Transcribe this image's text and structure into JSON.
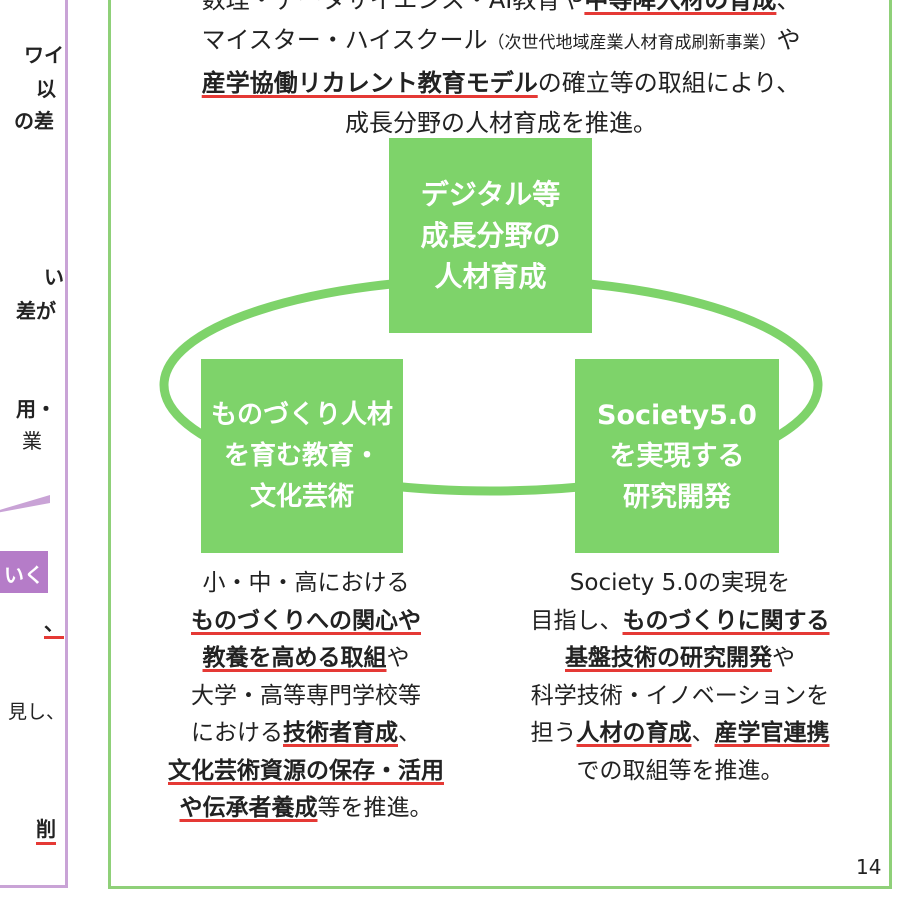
{
  "left_panel": {
    "fragments": [
      "ワイ",
      "以",
      "の差",
      "い",
      "差が",
      "用・",
      "業"
    ],
    "tab_label": "いく",
    "lower_fragments": [
      "、",
      "見し、",
      "削"
    ]
  },
  "intro": {
    "line1_lead": "数理・データサイエンス・AI教育や",
    "line1_hl": "中等降入材の育成",
    "line1_tail": "、",
    "line2_lead": "マイスター・ハイスクール",
    "line2_small": "（次世代地域産業人材育成刷新事業）",
    "line2_tail": "や",
    "line3_hl": "産学協働リカレント教育モデル",
    "line3_tail": "の確立等の取組により、",
    "line4": "成長分野の人材育成を推進。"
  },
  "boxes": {
    "top": [
      "デジタル等",
      "成長分野の",
      "人材育成"
    ],
    "left": [
      "ものづくり人材",
      "を育む教育・",
      "文化芸術"
    ],
    "right": [
      "Society5.0",
      "を実現する",
      "研究開発"
    ]
  },
  "left_col": {
    "l1": "小・中・高における",
    "l2_hl": "ものづくりへの関心や",
    "l3_hl": "教養を高める取組",
    "l3_tail": "や",
    "l4": "大学・高等専門学校等",
    "l5_lead": "における",
    "l5_hl": "技術者育成",
    "l5_tail": "、",
    "l6_hl": "文化芸術資源の保存・活用",
    "l7_hl": "や伝承者養成",
    "l7_tail": "等を推進。"
  },
  "right_col": {
    "l1": "Society 5.0の実現を",
    "l2_lead": "目指し、",
    "l2_hl": "ものづくりに関する",
    "l3_hl": "基盤技術の研究開発",
    "l3_tail": "や",
    "l4": "科学技術・イノベーションを",
    "l5_lead": "担う",
    "l5_hl1": "人材の育成",
    "l5_mid": "、",
    "l5_hl2": "産学官連携",
    "l6": "での取組等を推進。"
  },
  "page_number": "14",
  "colors": {
    "green_box": "#7ed36a",
    "green_ring": "#7ed36a",
    "frame_green": "#8fd079",
    "purple": "#b57cc8",
    "underline_red": "#e53935"
  }
}
